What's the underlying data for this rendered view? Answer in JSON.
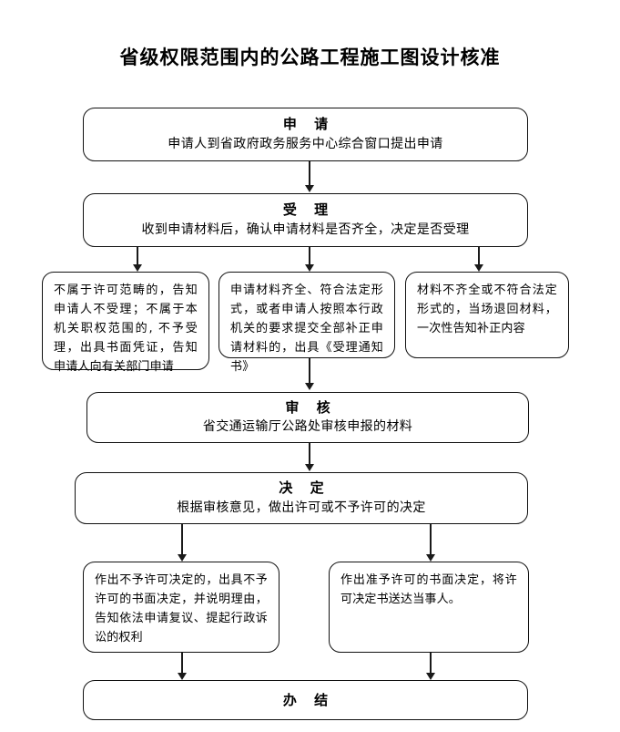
{
  "document": {
    "title": "省级权限范围内的公路工程施工图设计核准"
  },
  "flowchart": {
    "nodes": [
      {
        "id": "apply",
        "head": "申 请",
        "body": "申请人到省政府政务服务中心综合窗口提出申请"
      },
      {
        "id": "accept",
        "head": "受 理",
        "body": "收到申请材料后，确认申请材料是否齐全，决定是否受理"
      },
      {
        "id": "branch-left",
        "head": "",
        "body": "不属于许可范畴的，告知申请人不受理；不属于本机关职权范围的, 不予受理，出具书面凭证，告知申请人向有关部门申请"
      },
      {
        "id": "branch-middle",
        "head": "",
        "body": "申请材料齐全、符合法定形式，或者申请人按照本行政机关的要求提交全部补正申请材料的，出具《受理通知书》"
      },
      {
        "id": "branch-right",
        "head": "",
        "body": "材料不齐全或不符合法定形式的，当场退回材料，一次性告知补正内容"
      },
      {
        "id": "review",
        "head": "审 核",
        "body": "省交通运输厅公路处审核申报的材料"
      },
      {
        "id": "decide",
        "head": "决 定",
        "body": "根据审核意见，做出许可或不予许可的决定"
      },
      {
        "id": "decision-deny",
        "head": "",
        "body": "作出不予许可决定的，出具不予许可的书面决定，并说明理由，告知依法申请复议、提起行政诉讼的权利"
      },
      {
        "id": "decision-grant",
        "head": "",
        "body": "作出准予许可的书面决定，将许可决定书送达当事人。"
      },
      {
        "id": "finish",
        "head": "办 结",
        "body": ""
      }
    ]
  },
  "style": {
    "line_color": "#1a1a1a",
    "background": "#ffffff",
    "text_color": "#000000"
  }
}
